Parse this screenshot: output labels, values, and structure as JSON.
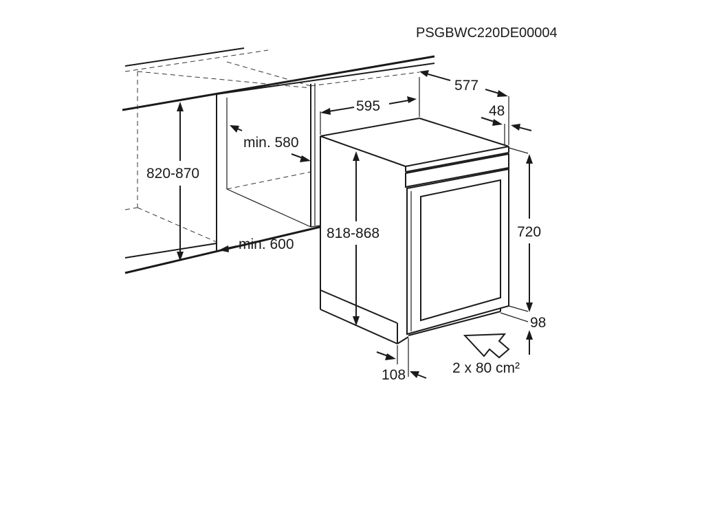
{
  "diagram": {
    "code": "PSGBWC220DE00004",
    "dimensions": {
      "cabinet_depth": "577",
      "cabinet_width": "595",
      "top_overhang": "48",
      "niche_depth": "min. 580",
      "niche_height": "820-870",
      "niche_width": "min. 600",
      "total_height": "818-868",
      "body_height": "720",
      "plinth_height": "98",
      "plinth_depth": "108",
      "ventilation_area": "2 x 80 cm²"
    }
  }
}
